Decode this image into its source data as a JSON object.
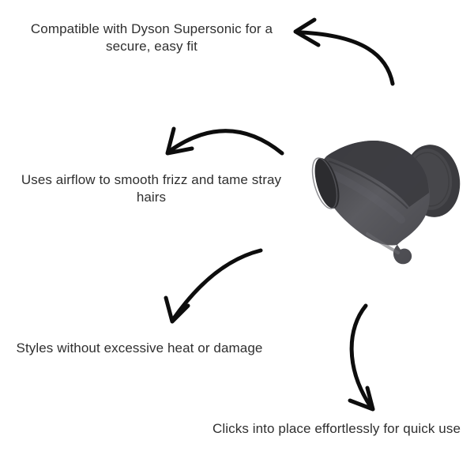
{
  "callouts": [
    {
      "id": "compatibility",
      "text": "Compatible with Dyson Supersonic for a secure, easy fit"
    },
    {
      "id": "airflow",
      "text": "Uses airflow to smooth frizz and tame stray hairs"
    },
    {
      "id": "heat",
      "text": "Styles without excessive heat or damage"
    },
    {
      "id": "click",
      "text": "Clicks into place effortlessly for quick use"
    }
  ],
  "colors": {
    "background": "#ffffff",
    "text": "#2f2f2f",
    "arrow": "#0d0d0d",
    "product_body": "#56565b",
    "product_dark": "#3b3b3f",
    "product_face": "#47474b",
    "product_opening": "#2c2c2f"
  }
}
